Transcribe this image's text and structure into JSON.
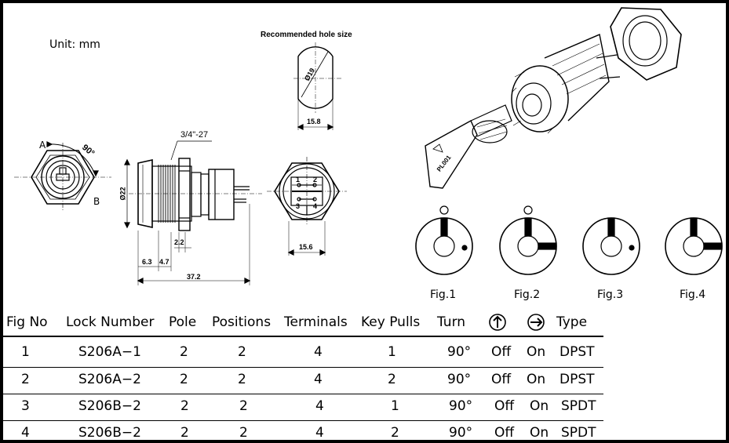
{
  "unit_label": "Unit:  mm",
  "hole_title": "Recommended hole size",
  "dims": {
    "hole_dia": "Ø19",
    "hole_width": "15.8",
    "thread": "3/4\"-27",
    "dia22": "Ø22",
    "d63": "6.3",
    "d47": "4.7",
    "d22": "2.2",
    "d372": "37.2",
    "d156": "15.6",
    "angle": "90°",
    "pos_a": "A",
    "pos_b": "B",
    "t1": "1",
    "t2": "2",
    "t3": "3",
    "t4": "4",
    "key_text": "PL001"
  },
  "figs": [
    "Fig.1",
    "Fig.2",
    "Fig.3",
    "Fig.4"
  ],
  "table": {
    "headers": [
      "Fig No",
      "Lock Number",
      "Pole",
      "Positions",
      "Terminals",
      "Key Pulls",
      "Turn",
      "Type"
    ],
    "rows": [
      [
        "1",
        "S206A−1",
        "2",
        "2",
        "4",
        "1",
        "90°",
        "Off",
        "On",
        "DPST"
      ],
      [
        "2",
        "S206A−2",
        "2",
        "2",
        "4",
        "2",
        "90°",
        "Off",
        "On",
        "DPST"
      ],
      [
        "3",
        "S206B−2",
        "2",
        "2",
        "4",
        "1",
        "90°",
        "Off",
        "On",
        "SPDT"
      ],
      [
        "4",
        "S206B−2",
        "2",
        "2",
        "4",
        "2",
        "90°",
        "Off",
        "On",
        "SPDT"
      ]
    ]
  }
}
